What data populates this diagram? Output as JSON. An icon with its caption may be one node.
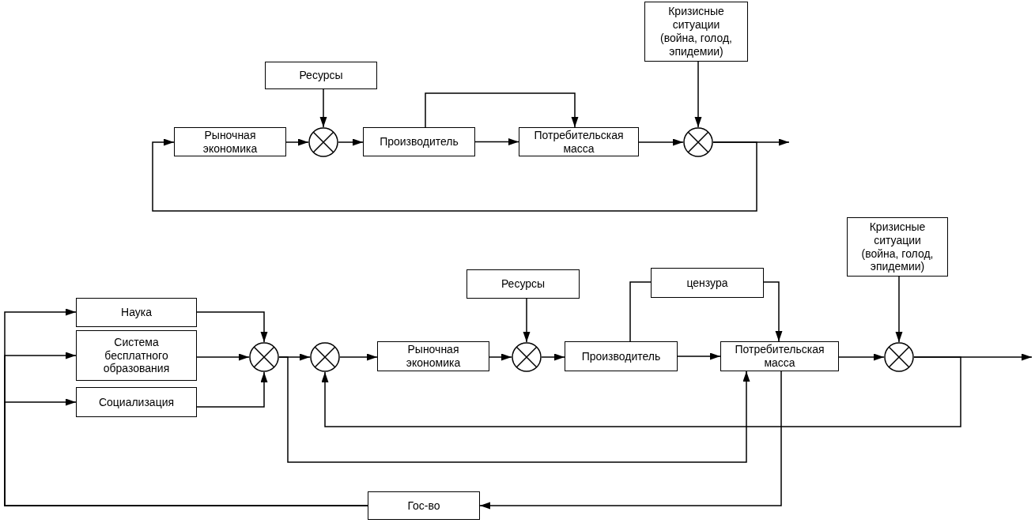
{
  "diagram": {
    "nodes": [
      {
        "text": [
          "Ресурсы"
        ]
      },
      {
        "text": [
          "Кризисные ситуации (война, голод, эпидемии)"
        ]
      },
      {
        "text": [
          "Рыночная экономика"
        ]
      },
      {
        "text": [],
        "shape": "circle"
      },
      {
        "text": [
          "Производитель"
        ]
      },
      {
        "text": [
          "Потребительская масса"
        ]
      },
      {
        "text": [],
        "shape": "circle"
      },
      {
        "text": [
          "Ресурсы"
        ]
      },
      {
        "text": [
          "цензура"
        ]
      },
      {
        "text": [
          "Кризисные ситуации (война, голод, эпидемии)"
        ]
      },
      {
        "text": [
          "Наука"
        ]
      },
      {
        "text": [
          "Система бесплатного образования"
        ]
      },
      {
        "text": [
          "Социализация"
        ]
      },
      {
        "text": [],
        "shape": "circle"
      },
      {
        "text": [],
        "shape": "circle"
      },
      {
        "text": [
          "Рыночная экономика"
        ]
      },
      {
        "text": [],
        "shape": "circle"
      },
      {
        "text": [
          "Производитель"
        ]
      },
      {
        "text": [
          "Потребительская масса"
        ]
      },
      {
        "text": [],
        "shape": "circle"
      },
      {
        "text": [
          "Гос-во"
        ]
      }
    ],
    "edges": [
      {
        "from": 2,
        "to": 3,
        "arrow": "to"
      },
      {
        "from": 0,
        "to": 3,
        "arrow": "to"
      },
      {
        "from": 3,
        "to": 4,
        "arrow": "to"
      },
      {
        "from": 4,
        "to": 5,
        "arrow": "to"
      },
      {
        "from": 4,
        "to": 5,
        "arrow": "to"
      },
      {
        "from": 5,
        "to": 6,
        "arrow": "to"
      },
      {
        "from": 1,
        "to": 6,
        "arrow": "to"
      },
      {
        "from": 6,
        "to": null,
        "arrow": "to"
      },
      {
        "from": 6,
        "to": 2,
        "arrow": "to"
      },
      {
        "from": 10,
        "to": 13,
        "arrow": "to"
      },
      {
        "from": 11,
        "to": 13,
        "arrow": "to"
      },
      {
        "from": 12,
        "to": 13,
        "arrow": "to"
      },
      {
        "from": 13,
        "to": 14,
        "arrow": "to"
      },
      {
        "from": 14,
        "to": 15,
        "arrow": "to"
      },
      {
        "from": 15,
        "to": 16,
        "arrow": "to"
      },
      {
        "from": 7,
        "to": 16,
        "arrow": "to"
      },
      {
        "from": 16,
        "to": 17,
        "arrow": "to"
      },
      {
        "from": 17,
        "to": 18,
        "arrow": "to"
      },
      {
        "from": 17,
        "to": 8,
        "arrow": "none"
      },
      {
        "from": 8,
        "to": 18,
        "arrow": "to"
      },
      {
        "from": 18,
        "to": 19,
        "arrow": "to"
      },
      {
        "from": 9,
        "to": 19,
        "arrow": "to"
      },
      {
        "from": 19,
        "to": null,
        "arrow": "to"
      },
      {
        "from": 19,
        "to": 14,
        "arrow": "to"
      },
      {
        "from": 13,
        "to": 18,
        "arrow": "to"
      },
      {
        "from": 18,
        "to": 20,
        "arrow": "to"
      },
      {
        "from": 20,
        "to": 10,
        "arrow": "to"
      },
      {
        "from": 20,
        "to": 11,
        "arrow": "to"
      },
      {
        "from": 20,
        "to": 12,
        "arrow": "to"
      }
    ]
  }
}
